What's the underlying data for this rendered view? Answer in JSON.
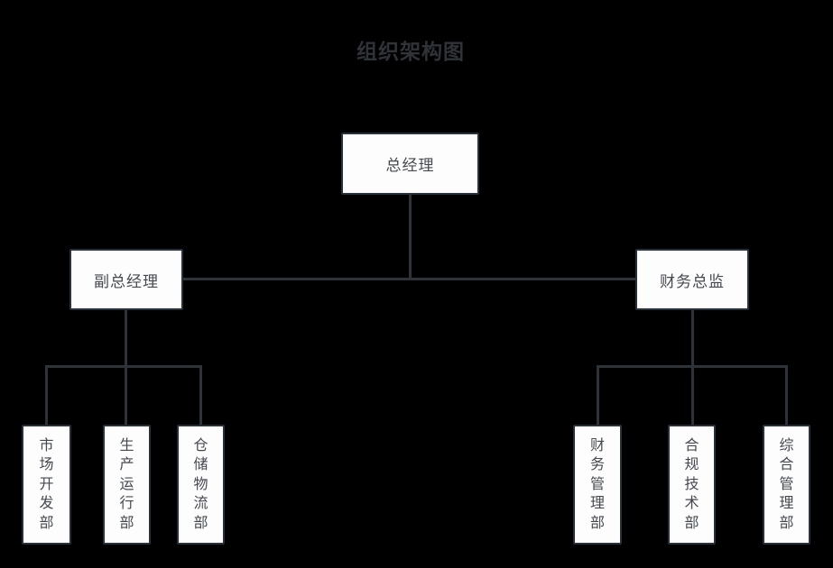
{
  "title": "组织架构图",
  "colors": {
    "background": "#000000",
    "box_fill": "#fdfdfe",
    "box_border": "#28303a",
    "connector_line": "#2e3339",
    "node_text": "#45494f",
    "title_text": "#2f3338"
  },
  "nodes": {
    "root": {
      "label": "总经理"
    },
    "level2": [
      {
        "label": "副总经理"
      },
      {
        "label": "财务总监"
      }
    ],
    "left_departments": [
      {
        "label": "市场开发部"
      },
      {
        "label": "生产运行部"
      },
      {
        "label": "仓储物流部"
      }
    ],
    "right_departments": [
      {
        "label": "财务管理部"
      },
      {
        "label": "合规技术部"
      },
      {
        "label": "综合管理部"
      }
    ]
  }
}
